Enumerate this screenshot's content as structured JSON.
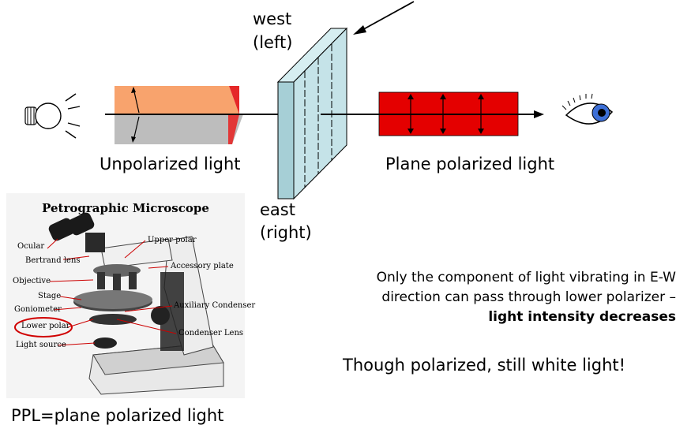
{
  "labels": {
    "west_line1": "west",
    "west_line2": "(left)",
    "east_line1": "east",
    "east_line2": "(right)",
    "unpolarized": "Unpolarized light",
    "plane_polarized": "Plane polarized light",
    "ppl": "PPL=plane polarized light"
  },
  "note": {
    "line1": "Only the component of light vibrating in E-W",
    "line2": "direction can pass through lower polarizer –",
    "line3_bold": "light intensity decreases"
  },
  "statement": "Though polarized, still white light!",
  "microscope": {
    "title": "Petrographic Microscope",
    "parts": {
      "ocular": "Ocular",
      "bertrand": "Bertrand lens",
      "objective": "Objective",
      "stage": "Stage",
      "goniometer": "Goniometer",
      "lower_polar": "Lower polar",
      "light_source": "Light source",
      "upper_polar": "Upper polar",
      "accessory": "Accessory plate",
      "aux_condenser": "Auxiliary Condenser",
      "condenser_lens": "Condenser Lens"
    }
  },
  "colors": {
    "unpolarized_orange": "#f8a36d",
    "unpolarized_gray": "#bdbdbd",
    "polarizer_face": "#c5e3e8",
    "polarized_red": "#e40000",
    "eye_iris": "#3d6fd6"
  }
}
